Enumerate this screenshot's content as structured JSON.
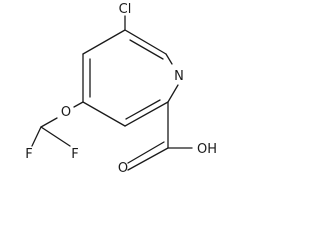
{
  "molecule": {
    "atoms": {
      "cl": "Cl",
      "n": "N",
      "o_ether": "O",
      "f1": "F",
      "f2": "F",
      "o_carbonyl": "O",
      "oh": "OH"
    }
  }
}
